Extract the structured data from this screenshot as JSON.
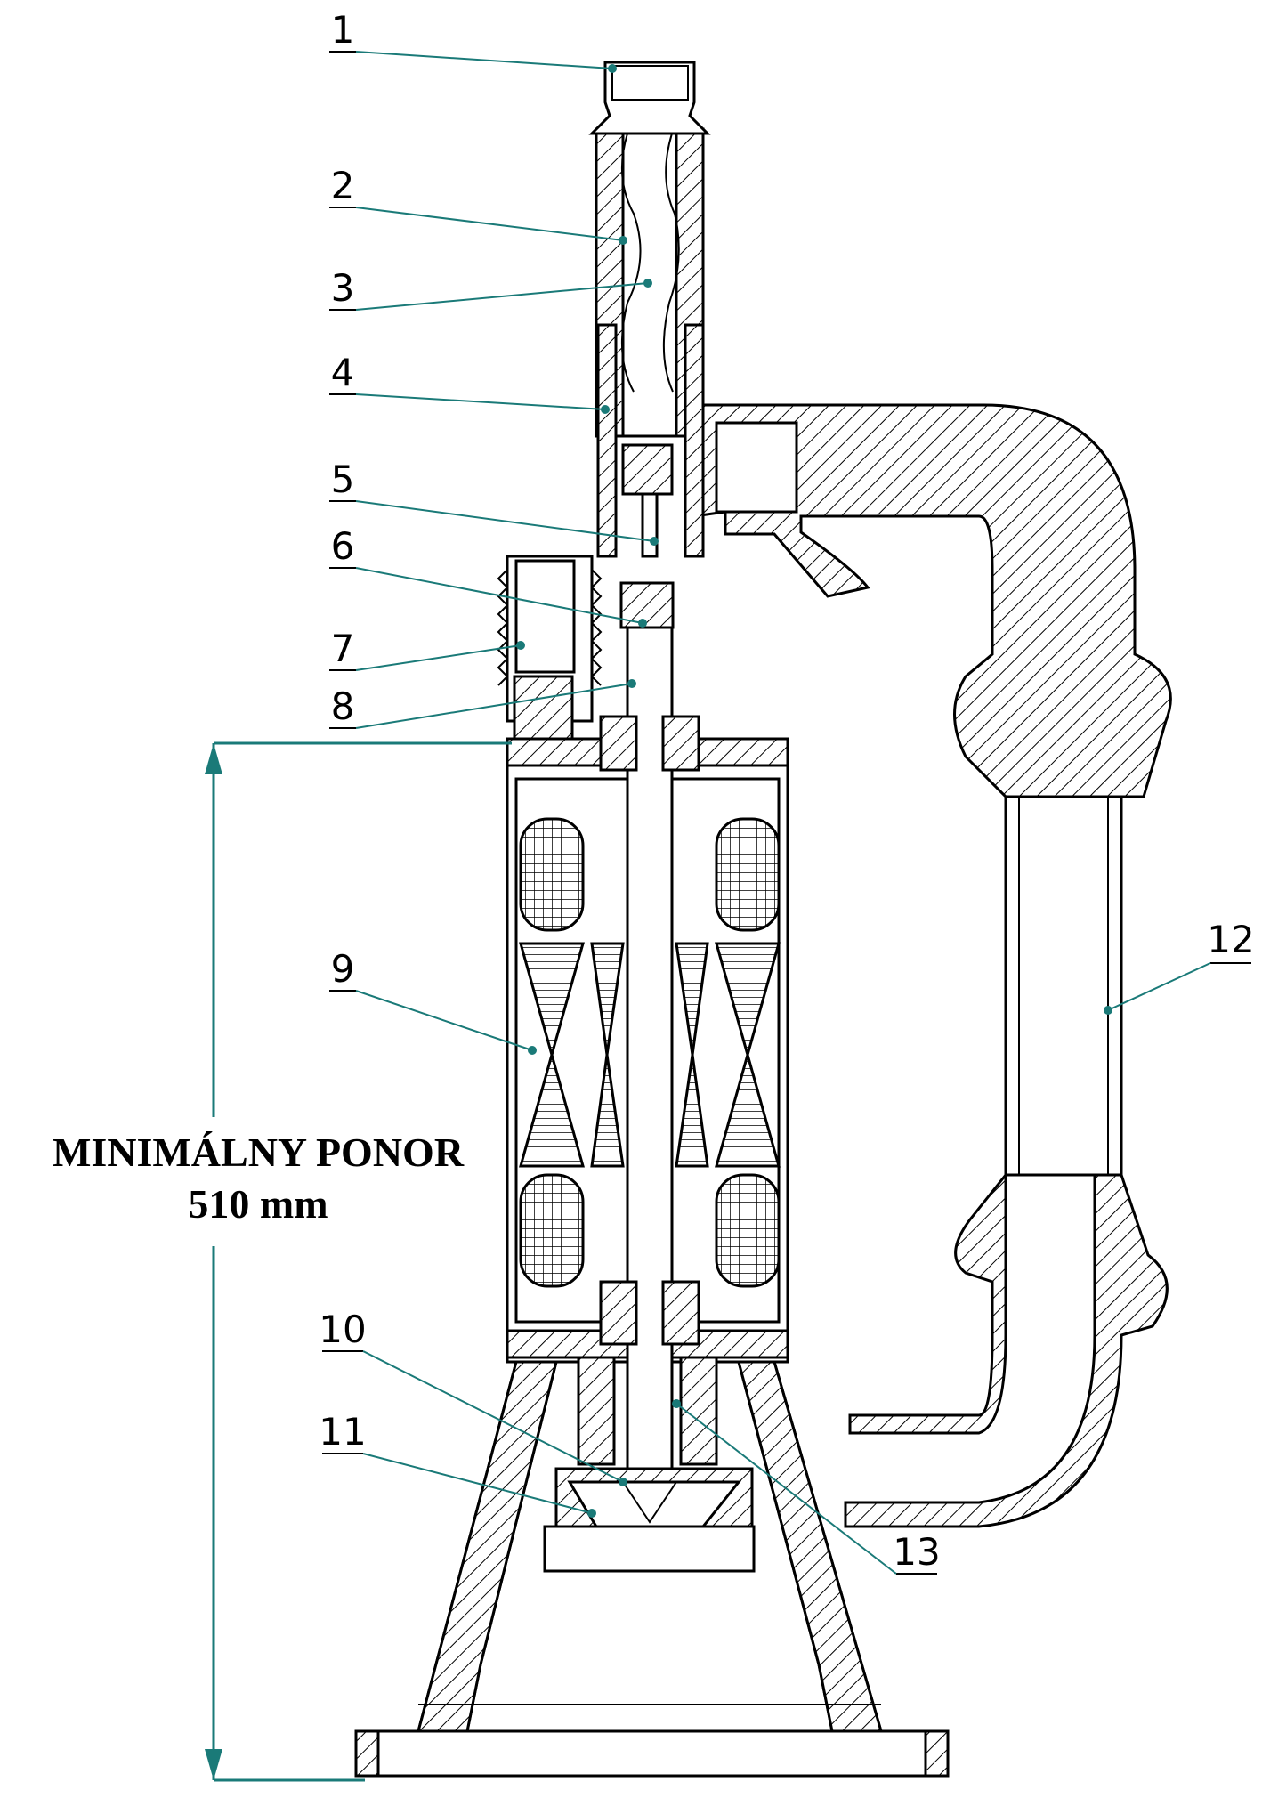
{
  "figure": {
    "callouts": [
      {
        "id": "1",
        "label": "1"
      },
      {
        "id": "2",
        "label": "2"
      },
      {
        "id": "3",
        "label": "3"
      },
      {
        "id": "4",
        "label": "4"
      },
      {
        "id": "5",
        "label": "5"
      },
      {
        "id": "6",
        "label": "6"
      },
      {
        "id": "7",
        "label": "7"
      },
      {
        "id": "8",
        "label": "8"
      },
      {
        "id": "9",
        "label": "9"
      },
      {
        "id": "10",
        "label": "10"
      },
      {
        "id": "11",
        "label": "11"
      },
      {
        "id": "12",
        "label": "12"
      },
      {
        "id": "13",
        "label": "13"
      }
    ],
    "dimension": {
      "line1": "MINIMÁLNY PONOR",
      "line2": "510 mm"
    },
    "colors": {
      "leader": "#1a7a78",
      "outline": "#000000"
    }
  }
}
